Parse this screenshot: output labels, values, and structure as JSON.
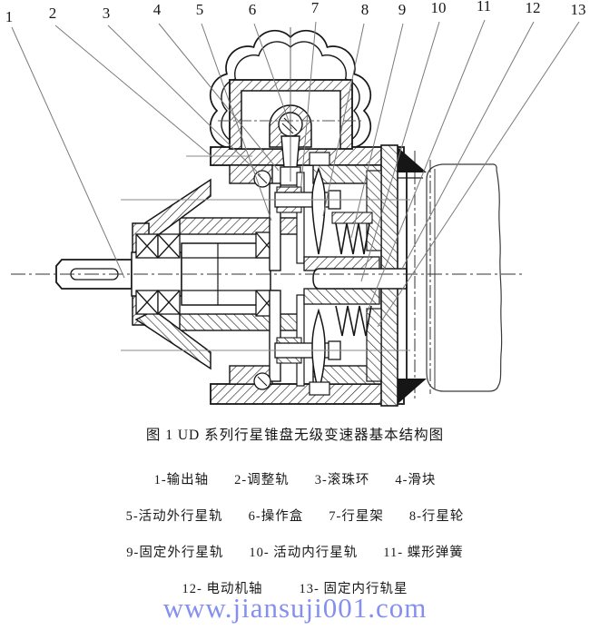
{
  "figure": {
    "caption": "图 1 UD 系列行星锥盘无级变速器基本结构图",
    "callouts": [
      "1",
      "2",
      "3",
      "4",
      "5",
      "6",
      "7",
      "8",
      "9",
      "10",
      "11",
      "12",
      "13"
    ]
  },
  "legend": {
    "rows": [
      [
        "1-输出轴",
        "2-调整轨",
        "3-滚珠环",
        "4-滑块"
      ],
      [
        "5-活动外行星轨",
        "6-操作盒",
        "7-行星架",
        "8-行星轮"
      ],
      [
        "9-固定外行星轨",
        "10- 活动内行星轨",
        "11- 蝶形弹簧"
      ],
      [
        "12- 电动机轴",
        "13- 固定内行轨星"
      ]
    ]
  },
  "watermark": {
    "text": "www.jiansuji001.com",
    "color": "#8590ee"
  },
  "colors": {
    "line": "#1a1a1a",
    "leader": "#7a7a7a",
    "background": "#ffffff"
  }
}
